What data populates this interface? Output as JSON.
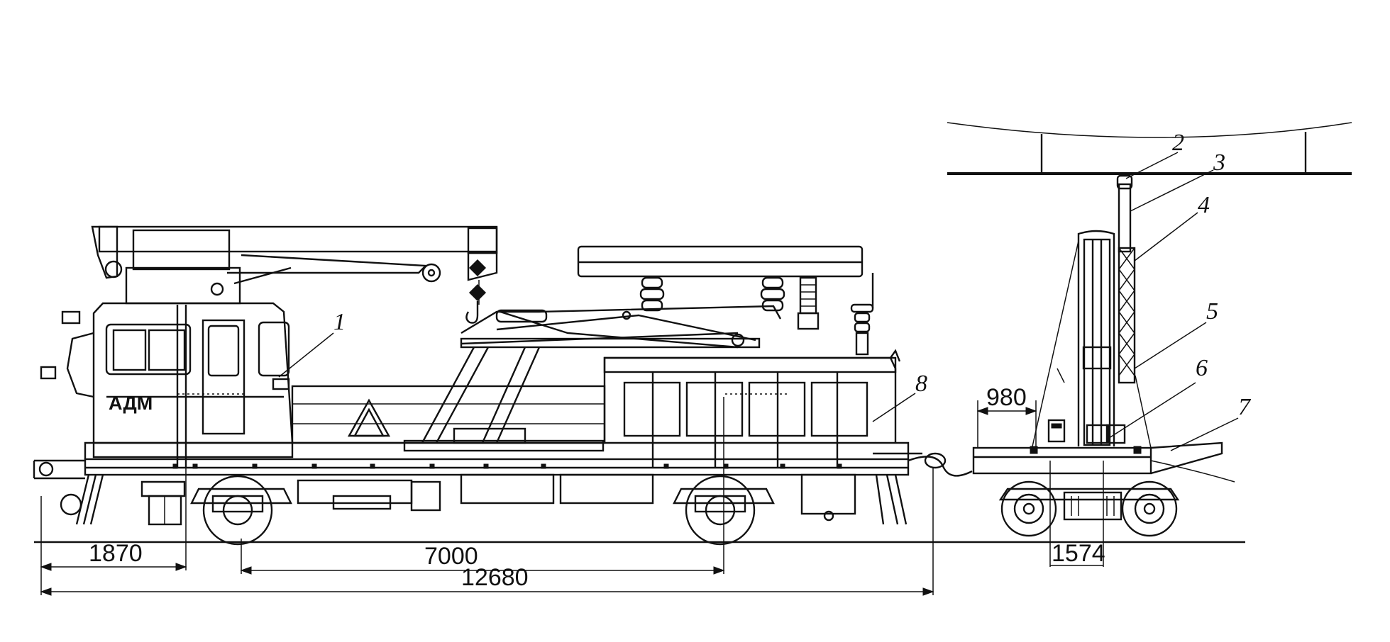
{
  "vehicle_label": "АДМ",
  "callouts": [
    "1",
    "2",
    "3",
    "4",
    "5",
    "6",
    "7",
    "8"
  ],
  "dimensions": {
    "front_overhang": "1870",
    "wheelbase": "7000",
    "total_length": "12680",
    "platform_offset": "980",
    "cart_base": "1574"
  }
}
